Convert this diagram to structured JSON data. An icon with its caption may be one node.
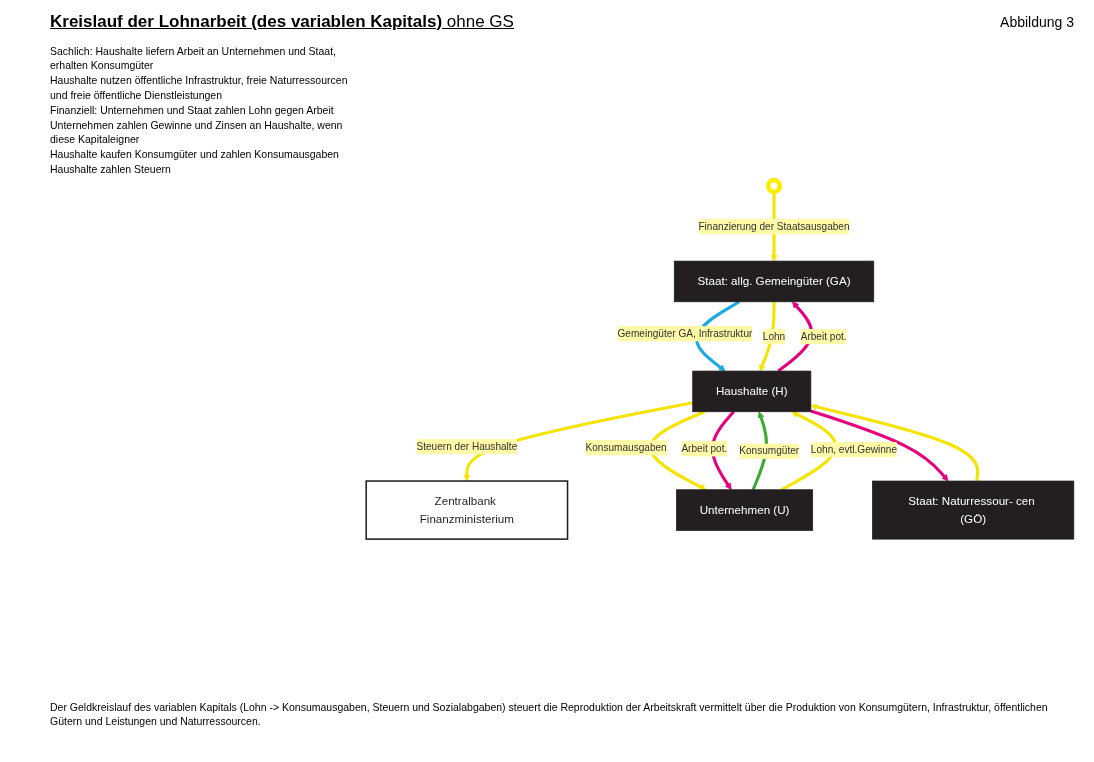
{
  "diagram": {
    "title": "**Kreislauf der Lohnarbeit (des variablen Kapitals)** ohne GS",
    "caption": "Der Geldkreislauf des variablen Kapitals (Lohn -> Konsumausgaben, Steuern und Sozialabgaben) steuert die Reproduktion der Arbeitskraft vermittelt über die Produktion von Konsumgütern, Infrastruktur, öffentlichen Gütern und Leistungen und Naturressourcen.",
    "nodes": [
      {
        "text": [
          "Zentralbank Finanzministerium"
        ]
      },
      {
        "text": [
          "Staat: allg. Gemeingüter (GA)"
        ]
      },
      {
        "text": [
          "Staat: Naturressour- cen (GÖ)"
        ]
      },
      {
        "text": [
          "Unternehmen (U)"
        ]
      },
      {
        "text": [
          "Haushalte (H)"
        ]
      },
      {
        "text": [],
        "shape": "circle"
      }
    ],
    "edges": [
      {
        "from": 5,
        "to": 1,
        "arrow": "to",
        "label": "Finanzierung der Staatsausgaben"
      },
      {
        "from": 4,
        "to": 0,
        "arrow": "to",
        "label": "Steuern der Haushalte"
      },
      {
        "from": 1,
        "to": 4,
        "arrow": "to",
        "label": "Gemeingüter GA, Infrastruktur",
        "color": "#1ba9e1"
      },
      {
        "from": 4,
        "to": 3,
        "arrow": "to",
        "label": "Konsumausgaben"
      },
      {
        "from": 3,
        "to": 4,
        "arrow": "to",
        "label": "Konsumgüter",
        "color": "#3aaa35"
      },
      {
        "from": 4,
        "to": 3,
        "arrow": "to",
        "label": "Arbeit pot.",
        "color": "#e6007e"
      },
      {
        "from": 3,
        "to": 4,
        "arrow": "to",
        "label": "Lohn, evtl.Gewinne"
      },
      {
        "from": 4,
        "to": 1,
        "arrow": "to",
        "label": "Arbeit pot.",
        "color": "#e6007e"
      },
      {
        "from": 4,
        "to": 2,
        "arrow": "to",
        "color": "#e6007e"
      },
      {
        "from": 1,
        "to": 4,
        "arrow": "to",
        "label": "Lohn"
      },
      {
        "from": 2,
        "to": 4,
        "arrow": "to"
      }
    ],
    "labels": [
      "Abbildung 3",
      "Sachlich: Haushalte liefern Arbeit an Unternehmen und Staat, erhalten Konsumgüter",
      "Haushalte nutzen öffentliche Infrastruktur, freie Naturressourcen und freie öffentliche Dienstleistungen",
      "Finanziell: Unternehmen und Staat zahlen Lohn gegen Arbeit",
      "Unternehmen zahlen Gewinne und Zinsen an Haushalte, wenn diese Kapitaleigner",
      "Haushalte kaufen Konsumgüter und zahlen Konsumausgaben",
      "Haushalte zahlen Steuern"
    ]
  }
}
